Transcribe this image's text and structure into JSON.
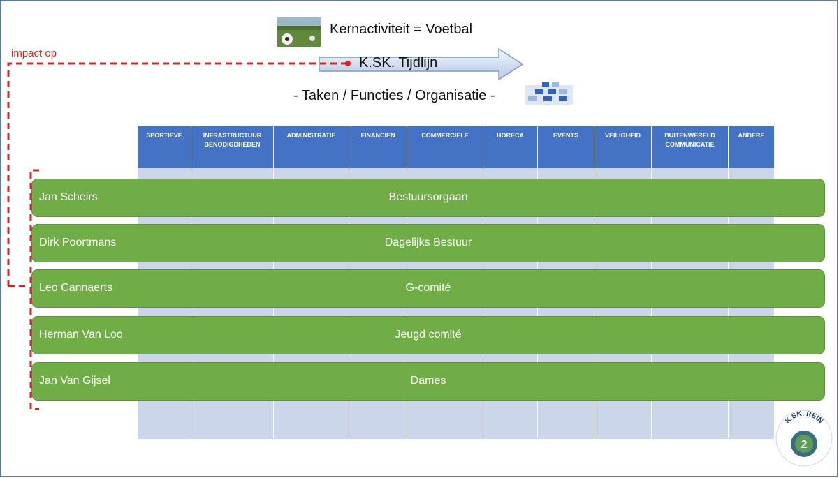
{
  "header": {
    "title": "Kernactiviteit = Voetbal",
    "timeline_label": "K.SK. Tijdlijn",
    "subtitle": "- Taken / Functies / Organisatie -"
  },
  "impact_label": "impact op",
  "columns": [
    "SPORTIEVE",
    "INFRASTRUCTUUR BENODIGDHEDEN",
    "ADMINISTRATIE",
    "FINANCIEN",
    "COMMERCIELE",
    "HORECA",
    "EVENTS",
    "VEILIGHEID",
    "BUITENWERELD COMMUNICATIE",
    "ANDERE"
  ],
  "committees": [
    {
      "person": "Jan Scheirs",
      "name": "Bestuursorgaan"
    },
    {
      "person": "Dirk Poortmans",
      "name": "Dagelijks Bestuur"
    },
    {
      "person": "Leo Cannaerts",
      "name": "G-comité"
    },
    {
      "person": "Herman Van Loo",
      "name": "Jeugd comité"
    },
    {
      "person": "Jan Van Gijsel",
      "name": "Dames"
    }
  ],
  "logo_text": "K.SK. REIN",
  "colors": {
    "bar_green": "#70ad47",
    "column_header_blue": "#4472c4",
    "column_body": "#cbd6ea",
    "impact_red": "#e02020",
    "frame_blue": "#4a7ec0"
  }
}
